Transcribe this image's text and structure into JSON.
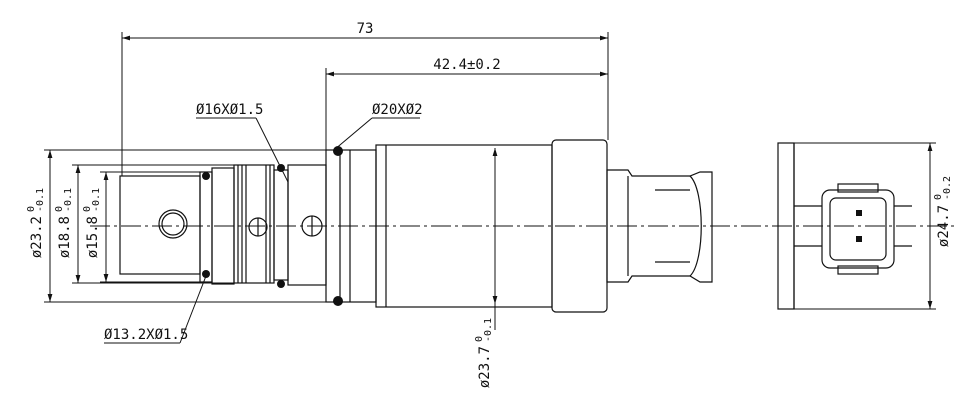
{
  "dimensions": {
    "overall_length": "73",
    "body_length": "42.4±0.2",
    "oring_top_left": "Ø16XØ1.5",
    "oring_top_right": "Ø20XØ2",
    "oring_bottom": "Ø13.2XØ1.5",
    "dia_23_2": {
      "base": "ø23.2",
      "upper": "0",
      "lower": "-0.1"
    },
    "dia_18_8": {
      "base": "ø18.8",
      "upper": "0",
      "lower": "-0.1"
    },
    "dia_15_8": {
      "base": "ø15.8",
      "upper": "0",
      "lower": "-0.1"
    },
    "dia_23_7": {
      "base": "ø23.7",
      "upper": "0",
      "lower": "-0.1"
    },
    "dia_24_7": {
      "base": "ø24.7",
      "upper": "0",
      "lower": "-0.2"
    }
  }
}
